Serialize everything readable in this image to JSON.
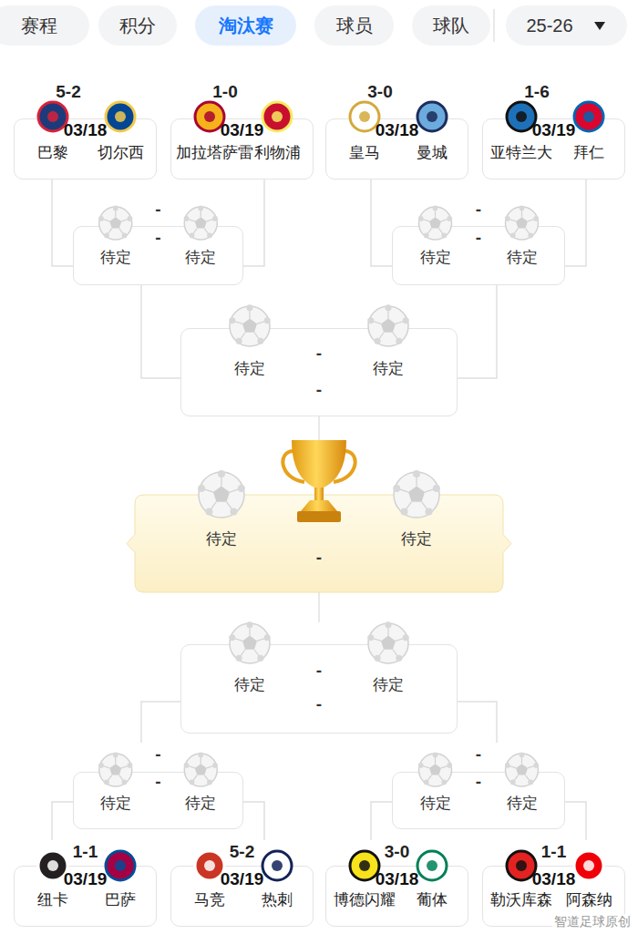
{
  "diagram": {
    "nodes": [
      {
        "text": [
          "赛程"
        ]
      },
      {
        "text": [
          "积分"
        ]
      },
      {
        "text": [
          "淘汰赛"
        ]
      },
      {
        "text": [
          "球员"
        ]
      },
      {
        "text": [
          "球队"
        ]
      },
      {
        "text": [
          "25-26"
        ]
      },
      {
        "text": [
          "5-2",
          "03/18",
          "巴黎",
          "切尔西"
        ]
      },
      {
        "text": [
          "1-0",
          "03/19",
          "加拉塔萨雷",
          "利物浦"
        ]
      },
      {
        "text": [
          "3-0",
          "03/18",
          "皇马",
          "曼城"
        ]
      },
      {
        "text": [
          "1-6",
          "03/19",
          "亚特兰大",
          "拜仁"
        ]
      },
      {
        "text": [
          "-",
          "-",
          "待定",
          "待定"
        ]
      },
      {
        "text": [
          "-",
          "-",
          "待定",
          "待定"
        ]
      },
      {
        "text": [
          "-",
          "-",
          "待定",
          "待定"
        ]
      },
      {
        "text": [
          "待定",
          "待定",
          "-"
        ]
      },
      {
        "text": [
          "-",
          "-",
          "待定",
          "待定"
        ]
      },
      {
        "text": [
          "-",
          "-",
          "待定",
          "待定"
        ]
      },
      {
        "text": [
          "-",
          "-",
          "待定",
          "待定"
        ]
      },
      {
        "text": [
          "1-1",
          "03/19",
          "纽卡",
          "巴萨"
        ]
      },
      {
        "text": [
          "5-2",
          "03/19",
          "马竞",
          "热刺"
        ]
      },
      {
        "text": [
          "3-0",
          "03/18",
          "博德闪耀",
          "葡体"
        ]
      },
      {
        "text": [
          "1-1",
          "03/18",
          "勒沃库森",
          "阿森纳"
        ]
      }
    ],
    "edges": [
      {
        "from": 6,
        "to": 10,
        "arrow": "none"
      },
      {
        "from": 7,
        "to": 10,
        "arrow": "none"
      },
      {
        "from": 8,
        "to": 11,
        "arrow": "none"
      },
      {
        "from": 9,
        "to": 11,
        "arrow": "none"
      },
      {
        "from": 10,
        "to": 12,
        "arrow": "none"
      },
      {
        "from": 11,
        "to": 12,
        "arrow": "none"
      },
      {
        "from": 12,
        "to": 13,
        "arrow": "none"
      },
      {
        "from": 13,
        "to": 14,
        "arrow": "none"
      },
      {
        "from": 15,
        "to": 14,
        "arrow": "none"
      },
      {
        "from": 16,
        "to": 14,
        "arrow": "none"
      },
      {
        "from": 17,
        "to": 15,
        "arrow": "none"
      },
      {
        "from": 18,
        "to": 15,
        "arrow": "none"
      },
      {
        "from": 19,
        "to": 16,
        "arrow": "none"
      },
      {
        "from": 20,
        "to": 16,
        "arrow": "none"
      }
    ],
    "labels": [
      "智道足球原创"
    ]
  }
}
